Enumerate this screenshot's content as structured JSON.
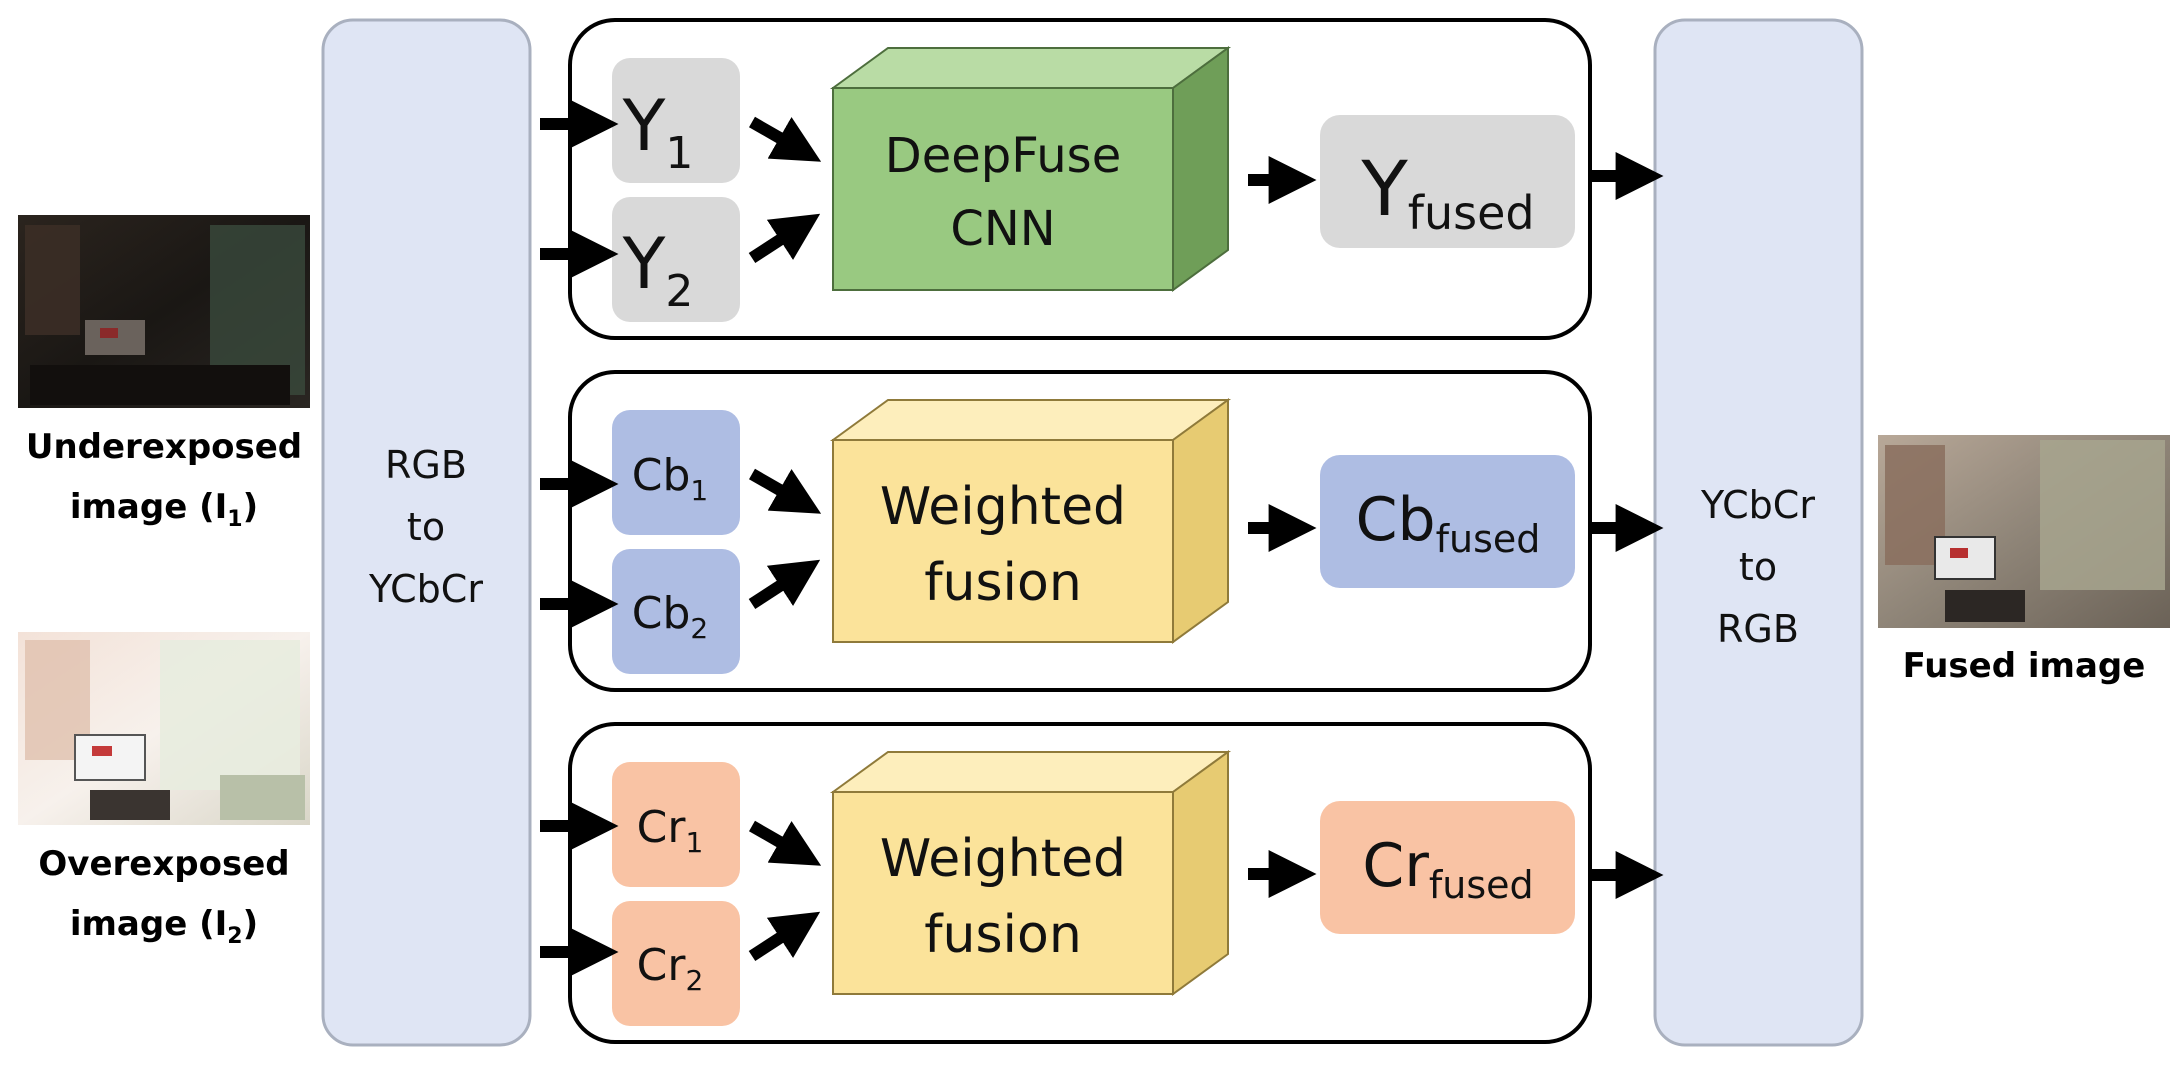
{
  "inputs": {
    "under_label_line1": "Underexposed",
    "under_label_line2": "image (I",
    "under_label_sub": "1",
    "under_label_close": ")",
    "over_label_line1": "Overexposed",
    "over_label_line2": "image (I",
    "over_label_sub": "2",
    "over_label_close": ")"
  },
  "converter_in": {
    "line1": "RGB",
    "line2": "to",
    "line3": "YCbCr"
  },
  "converter_out": {
    "line1": "YCbCr",
    "line2": "to",
    "line3": "RGB"
  },
  "output": {
    "label": "Fused image"
  },
  "branches": {
    "y": {
      "in1_base": "Y",
      "in1_sub": "1",
      "in2_base": "Y",
      "in2_sub": "2",
      "block_line1": "DeepFuse",
      "block_line2": "CNN",
      "out_base": "Y",
      "out_sub": "fused"
    },
    "cb": {
      "in1_base": "Cb",
      "in1_sub": "1",
      "in2_base": "Cb",
      "in2_sub": "2",
      "block_line1": "Weighted",
      "block_line2": "fusion",
      "out_base": "Cb",
      "out_sub": "fused"
    },
    "cr": {
      "in1_base": "Cr",
      "in1_sub": "1",
      "in2_base": "Cr",
      "in2_sub": "2",
      "block_line1": "Weighted",
      "block_line2": "fusion",
      "out_base": "Cr",
      "out_sub": "fused"
    }
  },
  "colors": {
    "converter_fill": "#dfe5f4",
    "y_chip": "#d9d9d9",
    "cb_chip": "#aebde3",
    "cr_chip": "#f9c3a4",
    "cnn_front": "#99c981",
    "cnn_top": "#b9dca5",
    "cnn_side": "#6f9e58",
    "fusion_front": "#fbe39a",
    "fusion_top": "#fdeebc",
    "fusion_side": "#e7cb72"
  }
}
